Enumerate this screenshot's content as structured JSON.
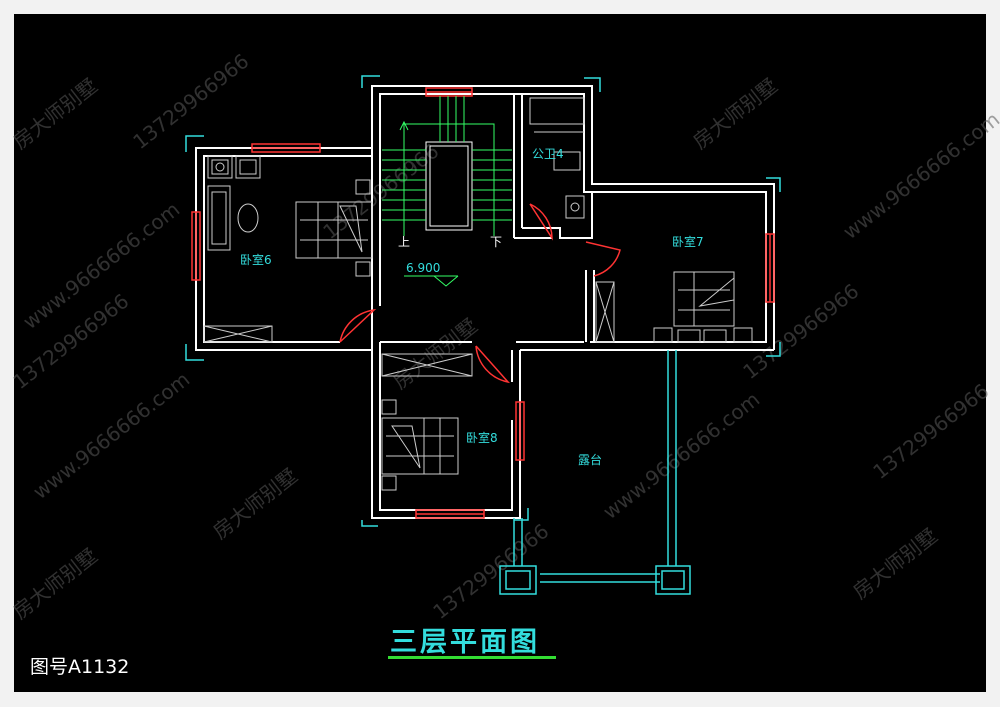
{
  "rooms": {
    "bedroom6": "卧室6",
    "bedroom7": "卧室7",
    "bedroom8": "卧室8",
    "bath4": "公卫4",
    "terrace": "露台"
  },
  "stair": {
    "up": "上",
    "down": "下"
  },
  "level": "6.900",
  "title": "三层平面图",
  "drawing_number": "图号A1132",
  "watermarks": [
    "房大师别墅",
    "13729966966",
    "www.9666666.com"
  ],
  "colors": {
    "background": "#000000",
    "walls": "#ffffff",
    "windows": "#ff3333",
    "labels": "#33dddd",
    "stairs": "#33ff66",
    "underline": "#33dd33"
  }
}
